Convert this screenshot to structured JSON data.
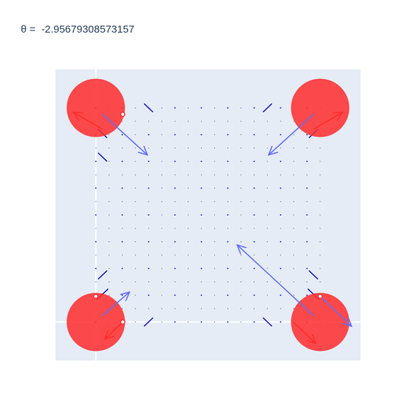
{
  "title": "θ =  -2.95679308573157",
  "chart_data": {
    "type": "scatter",
    "title": "θ =  -2.95679308573157",
    "xlabel": "",
    "ylabel": "",
    "xlim": [
      -0.18,
      1.18
    ],
    "ylim": [
      -0.18,
      1.18
    ],
    "grid": true,
    "colors": {
      "plot_bg": "#E5ECF6",
      "zeroline": "#ffffff",
      "circle": "#FF2C2C",
      "arrow": "#636EFA",
      "point": "#2222DD",
      "small_arrow": "#1111CC"
    },
    "circles": [
      {
        "x": 0,
        "y": 0,
        "r": 0.13
      },
      {
        "x": 1,
        "y": 0,
        "r": 0.13
      },
      {
        "x": 0,
        "y": 1,
        "r": 0.13
      },
      {
        "x": 1,
        "y": 1,
        "r": 0.13
      }
    ],
    "circle_points": [
      {
        "x": 0.12,
        "y": 0.97
      },
      {
        "x": 0.0,
        "y": 0.12
      },
      {
        "x": 0.12,
        "y": 0.0
      },
      {
        "x": 1.0,
        "y": 0.12
      }
    ],
    "arrows": [
      {
        "x0": 0.03,
        "y0": 0.97,
        "x1": 0.23,
        "y1": 0.78,
        "color": "arrow"
      },
      {
        "x0": 0.97,
        "y0": 0.97,
        "x1": 0.77,
        "y1": 0.78,
        "color": "arrow"
      },
      {
        "x0": 0.97,
        "y0": 0.03,
        "x1": 0.63,
        "y1": 0.36,
        "color": "arrow"
      },
      {
        "x0": 0.03,
        "y0": 0.03,
        "x1": 0.15,
        "y1": 0.14,
        "color": "arrow"
      },
      {
        "x0": 1.0,
        "y0": 0.12,
        "x1": 1.14,
        "y1": -0.02,
        "color": "arrow"
      },
      {
        "x0": 0.03,
        "y0": 0.9,
        "x1": -0.1,
        "y1": 0.98,
        "color": "circle"
      },
      {
        "x0": 0.97,
        "y0": 0.9,
        "x1": 1.1,
        "y1": 0.98,
        "color": "circle"
      },
      {
        "x0": 0.12,
        "y0": 0.0,
        "x1": 0.04,
        "y1": -0.08,
        "color": "circle"
      },
      {
        "x0": 0.88,
        "y0": 0.0,
        "x1": 0.98,
        "y1": -0.1,
        "color": "circle"
      }
    ],
    "grid_points": {
      "x_start": 0,
      "x_end": 1,
      "x_count": 18,
      "y_start": 0,
      "y_end": 1,
      "y_count": 17
    },
    "vector_field": [
      {
        "x": 0.235,
        "y": 1.0,
        "dx": 0.02,
        "dy": -0.02
      },
      {
        "x": 0.765,
        "y": 1.0,
        "dx": -0.02,
        "dy": -0.02
      },
      {
        "x": 0.03,
        "y": 0.77,
        "dx": 0.02,
        "dy": -0.02
      },
      {
        "x": 0.03,
        "y": 0.88,
        "dx": 0.02,
        "dy": -0.02
      },
      {
        "x": 0.97,
        "y": 0.88,
        "dx": -0.02,
        "dy": -0.02
      },
      {
        "x": 0.03,
        "y": 0.22,
        "dx": 0.02,
        "dy": 0.02
      },
      {
        "x": 0.97,
        "y": 0.22,
        "dx": -0.02,
        "dy": 0.02
      },
      {
        "x": 0.03,
        "y": 0.13,
        "dx": 0.025,
        "dy": 0.025
      },
      {
        "x": 0.97,
        "y": 0.13,
        "dx": -0.025,
        "dy": 0.025
      },
      {
        "x": 0.235,
        "y": 0.0,
        "dx": 0.02,
        "dy": 0.02
      },
      {
        "x": 0.765,
        "y": 0.0,
        "dx": -0.02,
        "dy": 0.02
      }
    ]
  }
}
